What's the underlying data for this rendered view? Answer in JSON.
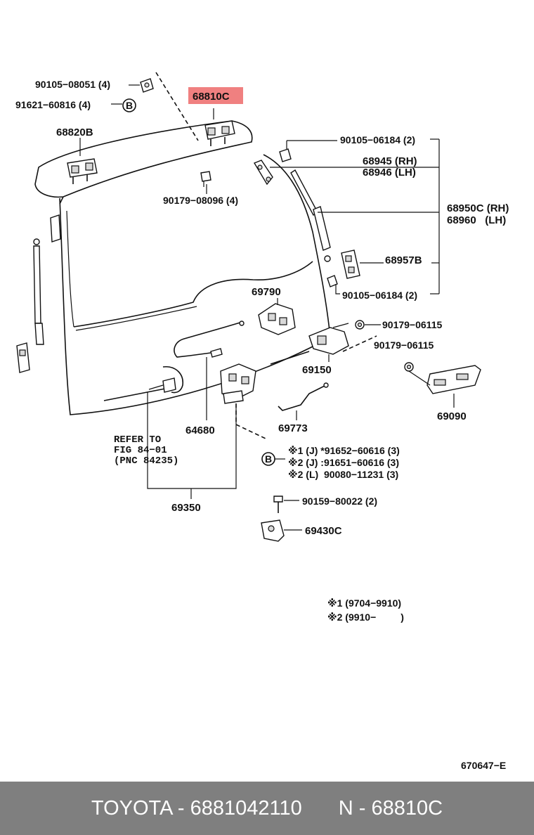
{
  "diagram": {
    "highlighted_part": "68810C",
    "highlight_color": "#f08080",
    "labels": {
      "l_9010508051": "90105−08051 (4)",
      "l_9162160816": "91621−60816 (4)",
      "l_b1": "B",
      "l_68810c": "68810C",
      "l_68820b": "68820B",
      "l_9017908096": "90179−08096 (4)",
      "l_9010506184a": "90105−06184 (2)",
      "l_68945": "68945 (RH)",
      "l_68946": "68946 (LH)",
      "l_68950c": "68950C (RH)",
      "l_68960": "68960   (LH)",
      "l_68957b": "68957B",
      "l_9010506184b": "90105−06184 (2)",
      "l_69790": "69790",
      "l_9017906115a": "90179−06115",
      "l_9017906115b": "90179−06115",
      "l_69150": "69150",
      "l_69090": "69090",
      "l_64680": "64680",
      "l_69773": "69773",
      "l_refer1": "REFER TO",
      "l_refer2": "FIG 84−01",
      "l_refer3": "(PNC 84235)",
      "l_b2": "B",
      "l_bolt1": "※1 (J) *91652−60616 (3)",
      "l_bolt2": "※2 (J) :91651−60616 (3)",
      "l_bolt3": "※2 (L)  90080−11231 (3)",
      "l_69350": "69350",
      "l_9015980022": "90159−80022 (2)",
      "l_69430c": "69430C",
      "l_note1": "※1 (9704−9910)",
      "l_note2": "※2 (9910−         )",
      "l_code": "670647−E"
    }
  },
  "footer": {
    "left": "TOYOTA - 6881042110",
    "right": "N - 68810C",
    "background": "#7f7f7f"
  }
}
